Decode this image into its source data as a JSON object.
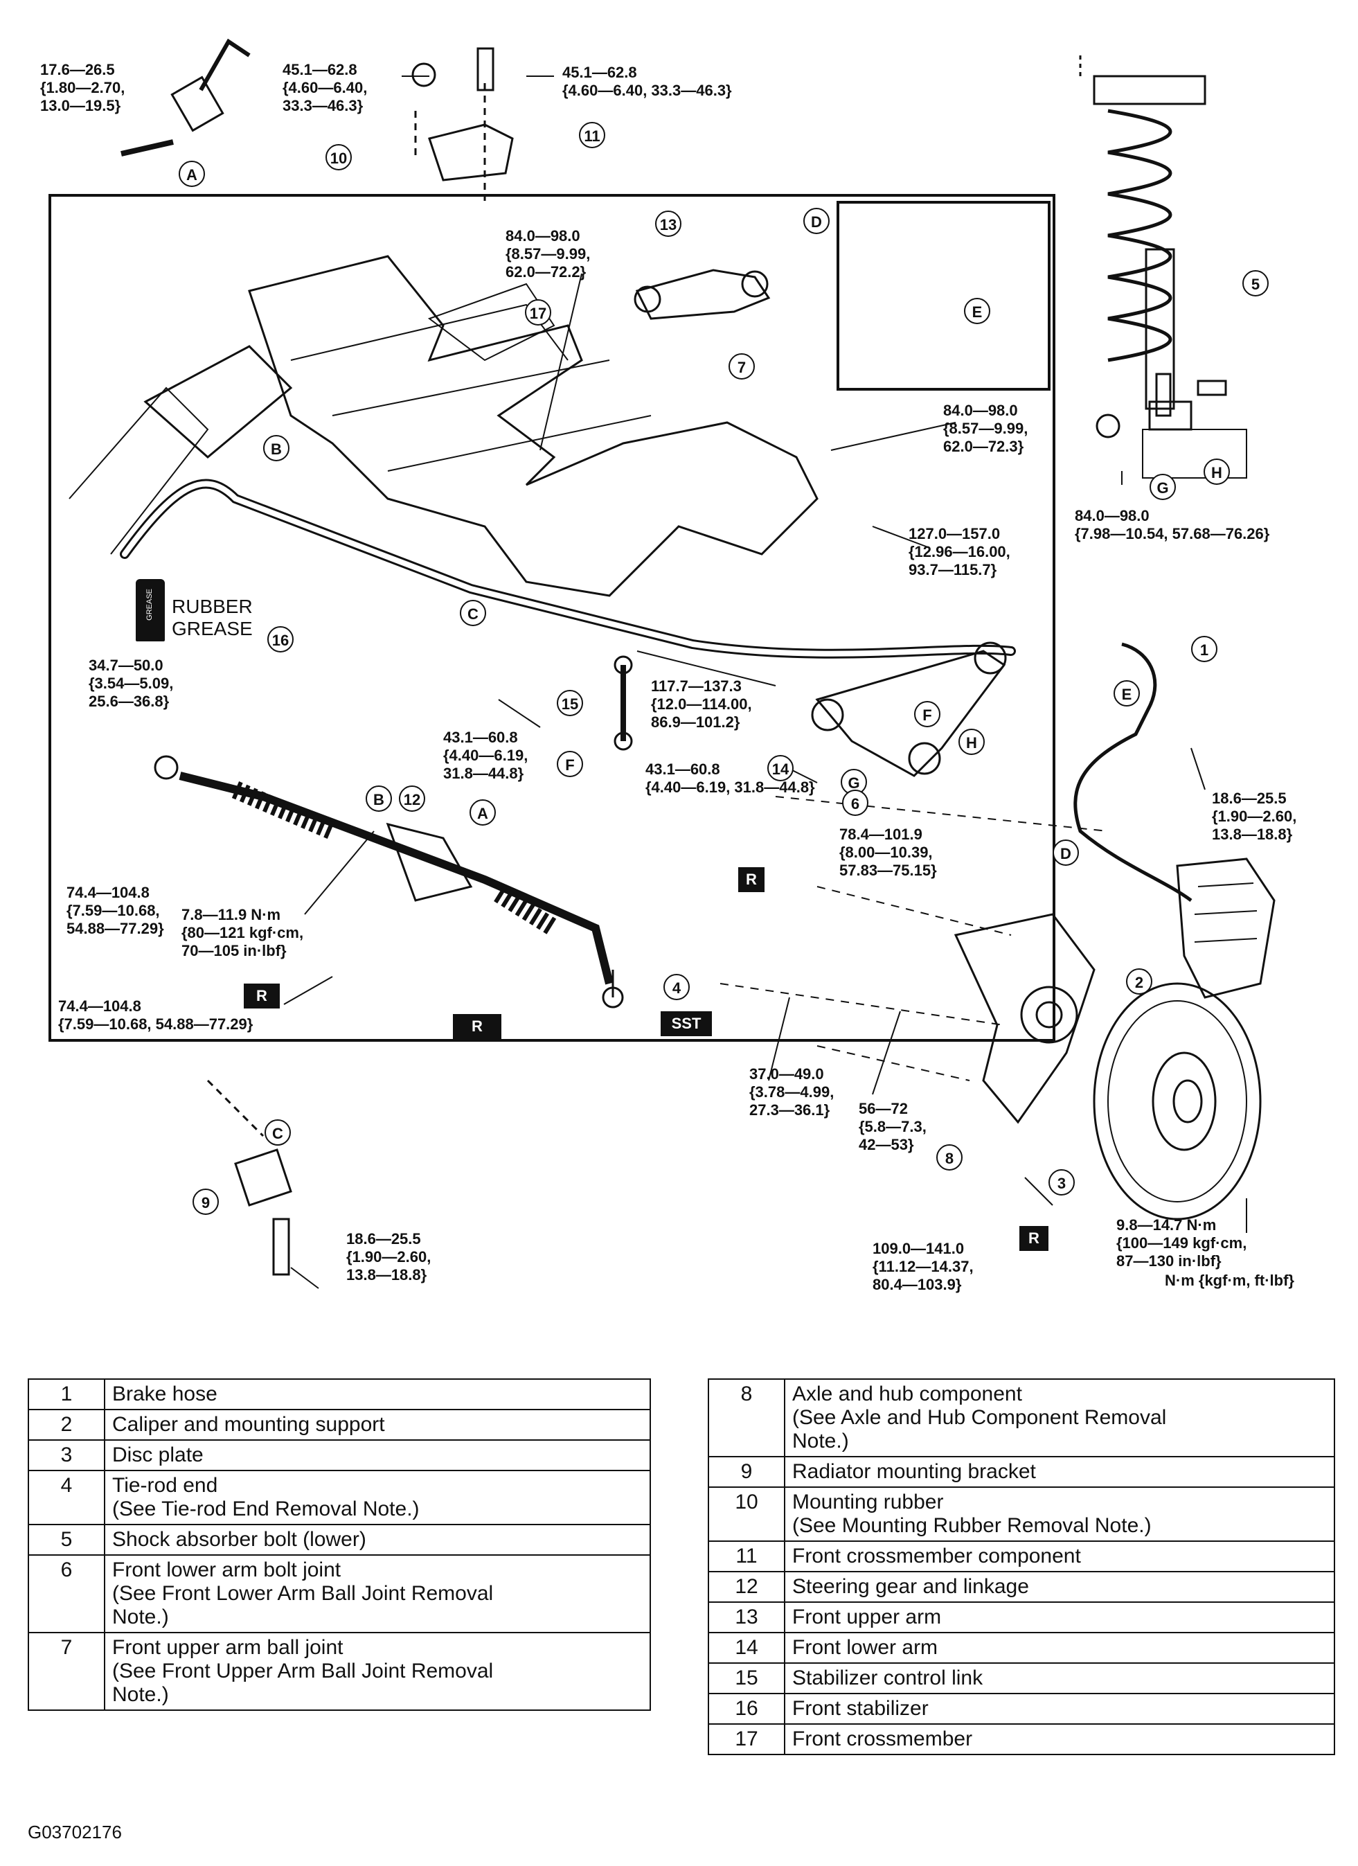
{
  "torques": {
    "t1": [
      "17.6—26.5",
      "{1.80—2.70,",
      "13.0—19.5}"
    ],
    "t2": [
      "45.1—62.8",
      "{4.60—6.40,",
      "33.3—46.3}"
    ],
    "t3": [
      "45.1—62.8",
      "{4.60—6.40, 33.3—46.3}"
    ],
    "t4": [
      "84.0—98.0",
      "{8.57—9.99,",
      "62.0—72.2}"
    ],
    "t5": [
      "84.0—98.0",
      "{8.57—9.99,",
      "62.0—72.3}"
    ],
    "t6": [
      "84.0—98.0",
      "{7.98—10.54, 57.68—76.26}"
    ],
    "t7": [
      "127.0—157.0",
      "{12.96—16.00,",
      "93.7—115.7}"
    ],
    "t8": [
      "34.7—50.0",
      "{3.54—5.09,",
      "25.6—36.8}"
    ],
    "t9": [
      "117.7—137.3",
      "{12.0—114.00,",
      "86.9—101.2}"
    ],
    "t10": [
      "43.1—60.8",
      "{4.40—6.19,",
      "31.8—44.8}"
    ],
    "t11": [
      "43.1—60.8",
      "{4.40—6.19, 31.8—44.8}"
    ],
    "t12": [
      "18.6—25.5",
      "{1.90—2.60,",
      "13.8—18.8}"
    ],
    "t13": [
      "78.4—101.9",
      "{8.00—10.39,",
      "57.83—75.15}"
    ],
    "t14": [
      "74.4—104.8",
      "{7.59—10.68,",
      "54.88—77.29}"
    ],
    "t15": [
      "7.8—11.9 N·m",
      "{80—121 kgf·cm,",
      "70—105 in·lbf}"
    ],
    "t16": [
      "74.4—104.8",
      "{7.59—10.68, 54.88—77.29}"
    ],
    "t17": [
      "37.0—49.0",
      "{3.78—4.99,",
      "27.3—36.1}"
    ],
    "t18": [
      "56—72",
      "{5.8—7.3,",
      "42—53}"
    ],
    "t19": [
      "109.0—141.0",
      "{11.12—14.37,",
      "80.4—103.9}"
    ],
    "t20": [
      "9.8—14.7 N·m",
      "{100—149 kgf·cm,",
      "87—130 in·lbf}"
    ],
    "t21": [
      "18.6—25.5",
      "{1.90—2.60,",
      "13.8—18.8}"
    ]
  },
  "units_note": "N·m {kgf·m, ft·lbf}",
  "rubber_grease": [
    "RUBBER",
    "GREASE"
  ],
  "grease_can_text": "GREASE",
  "callouts": {
    "A": "A",
    "B": "B",
    "C": "C",
    "D": "D",
    "E": "E",
    "F": "F",
    "G": "G",
    "H": "H",
    "n1": "1",
    "n2": "2",
    "n3": "3",
    "n4": "4",
    "n5": "5",
    "n6": "6",
    "n7": "7",
    "n8": "8",
    "n9": "9",
    "n10": "10",
    "n11": "11",
    "n12": "12",
    "n13": "13",
    "n14": "14",
    "n15": "15",
    "n16": "16",
    "n17": "17"
  },
  "tags": {
    "R": "R",
    "SST": "SST"
  },
  "parts_left": [
    {
      "num": "1",
      "lines": [
        "Brake hose"
      ]
    },
    {
      "num": "2",
      "lines": [
        "Caliper and mounting support"
      ]
    },
    {
      "num": "3",
      "lines": [
        "Disc plate"
      ]
    },
    {
      "num": "4",
      "lines": [
        "Tie-rod end",
        "(See Tie-rod End Removal Note.)"
      ]
    },
    {
      "num": "5",
      "lines": [
        "Shock absorber bolt (lower)"
      ]
    },
    {
      "num": "6",
      "lines": [
        "Front lower arm bolt joint",
        "(See Front Lower Arm Ball Joint Removal",
        "Note.)"
      ]
    },
    {
      "num": "7",
      "lines": [
        "Front upper arm ball joint",
        "(See Front Upper Arm Ball Joint Removal",
        "Note.)"
      ]
    }
  ],
  "parts_right": [
    {
      "num": "8",
      "lines": [
        "Axle and hub component",
        "(See Axle and Hub Component Removal",
        "Note.)"
      ]
    },
    {
      "num": "9",
      "lines": [
        "Radiator mounting bracket"
      ]
    },
    {
      "num": "10",
      "lines": [
        "Mounting rubber",
        "(See  Mounting Rubber Removal Note.)"
      ]
    },
    {
      "num": "11",
      "lines": [
        "Front crossmember component"
      ]
    },
    {
      "num": "12",
      "lines": [
        "Steering gear and linkage"
      ]
    },
    {
      "num": "13",
      "lines": [
        "Front upper arm"
      ]
    },
    {
      "num": "14",
      "lines": [
        "Front lower arm"
      ]
    },
    {
      "num": "15",
      "lines": [
        "Stabilizer control link"
      ]
    },
    {
      "num": "16",
      "lines": [
        "Front stabilizer"
      ]
    },
    {
      "num": "17",
      "lines": [
        "Front crossmember"
      ]
    }
  ],
  "figure_code": "G03702176"
}
